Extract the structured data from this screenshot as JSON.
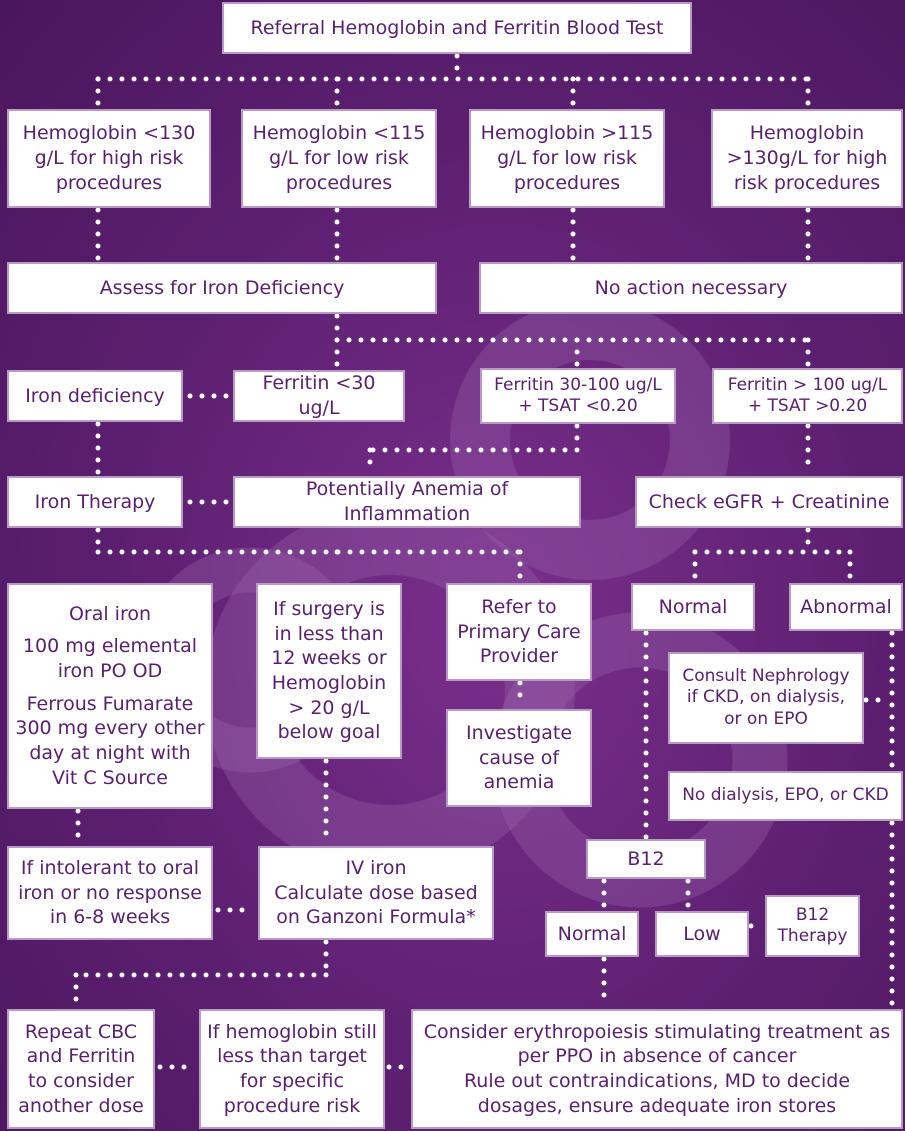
{
  "nodes": {
    "referral": "Referral Hemoglobin and Ferritin Blood Test",
    "hb_lt130_high": "Hemoglobin <130 g/L for high risk procedures",
    "hb_lt115_low": "Hemoglobin <115 g/L for low risk procedures",
    "hb_gt115_low": "Hemoglobin >115 g/L for low risk procedures",
    "hb_gt130_high": "Hemoglobin >130g/L for high risk procedures",
    "assess_iron": "Assess for Iron Deficiency",
    "no_action": "No action necessary",
    "iron_deficiency": "Iron deficiency",
    "ferritin_lt30": "Ferritin <30 ug/L",
    "ferritin_30_100": "Ferritin 30-100 ug/L + TSAT <0.20",
    "ferritin_gt100": "Ferritin > 100 ug/L + TSAT >0.20",
    "iron_therapy": "Iron Therapy",
    "anemia_inflammation": "Potentially Anemia of Inflammation",
    "check_egfr": "Check eGFR + Creatinine",
    "oral_iron": {
      "line1": "Oral iron",
      "line2": "100 mg elemental iron PO OD",
      "line3": "Ferrous Fumarate 300 mg every other day at night with Vit C Source"
    },
    "surgery_soon": "If surgery is in less than 12 weeks or Hemoglobin > 20 g/L below goal",
    "refer_pcp": "Refer to Primary Care Provider",
    "investigate": "Investigate cause of anemia",
    "normal_egfr": "Normal",
    "abnormal_egfr": "Abnormal",
    "consult_nephro": "Consult Nephrology if CKD, on dialysis, or on EPO",
    "no_dialysis": "No dialysis, EPO, or CKD",
    "b12": "B12",
    "b12_normal": "Normal",
    "b12_low": "Low",
    "b12_therapy": "B12 Therapy",
    "intolerant": "If intolerant to oral iron or no response in 6-8 weeks",
    "iv_iron": {
      "line1": "IV iron",
      "line2": "Calculate dose based on Ganzoni Formula*"
    },
    "repeat_cbc": "Repeat CBC and Ferritin to consider another dose",
    "hb_still_low": "If hemoglobin still less than target for specific procedure risk",
    "esa": {
      "line1": "Consider erythropoiesis stimulating treatment as per PPO in absence of cancer",
      "line2": "Rule out contraindications, MD to decide dosages, ensure adequate iron stores"
    }
  },
  "colors": {
    "background": "#5c1f70",
    "box_fill": "#ffffff",
    "box_border": "#b99ac7",
    "text": "#5a2070",
    "connector": "#ffffff"
  }
}
